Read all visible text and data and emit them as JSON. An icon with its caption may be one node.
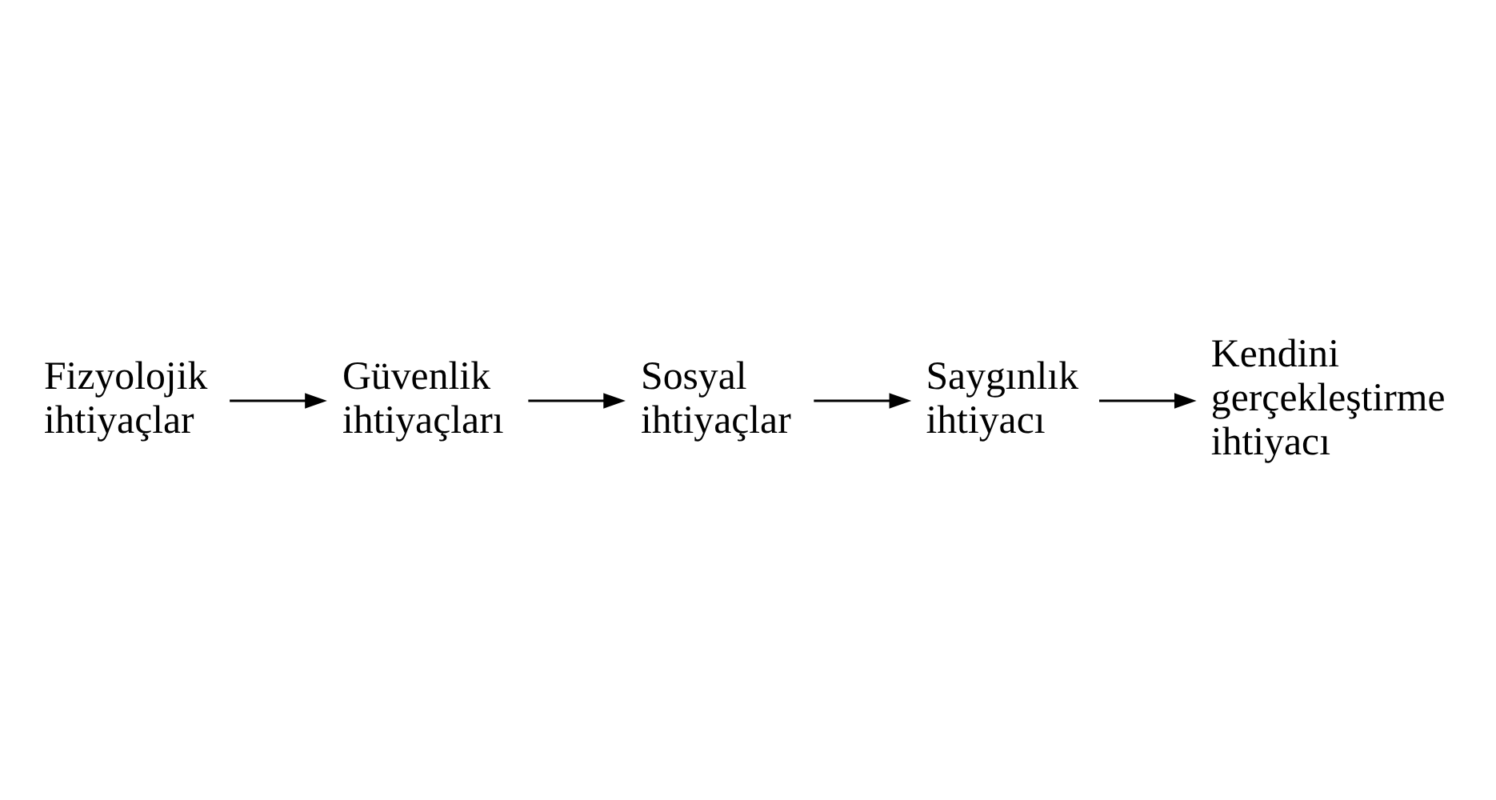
{
  "diagram": {
    "nodes": [
      {
        "text": [
          "Fizyolojik ihtiyaçlar"
        ]
      },
      {
        "text": [
          "Güvenlik ihtiyaçları"
        ]
      },
      {
        "text": [
          "Sosyal ihtiyaçlar"
        ]
      },
      {
        "text": [
          "Saygınlık ihtiyacı"
        ]
      },
      {
        "text": [
          "Kendini gerçekleştirme ihtiyacı"
        ]
      }
    ],
    "edges": [
      {
        "from": 0,
        "to": 1,
        "arrow": "to"
      },
      {
        "from": 1,
        "to": 2,
        "arrow": "to"
      },
      {
        "from": 2,
        "to": 3,
        "arrow": "to"
      },
      {
        "from": 3,
        "to": 4,
        "arrow": "to"
      }
    ]
  }
}
